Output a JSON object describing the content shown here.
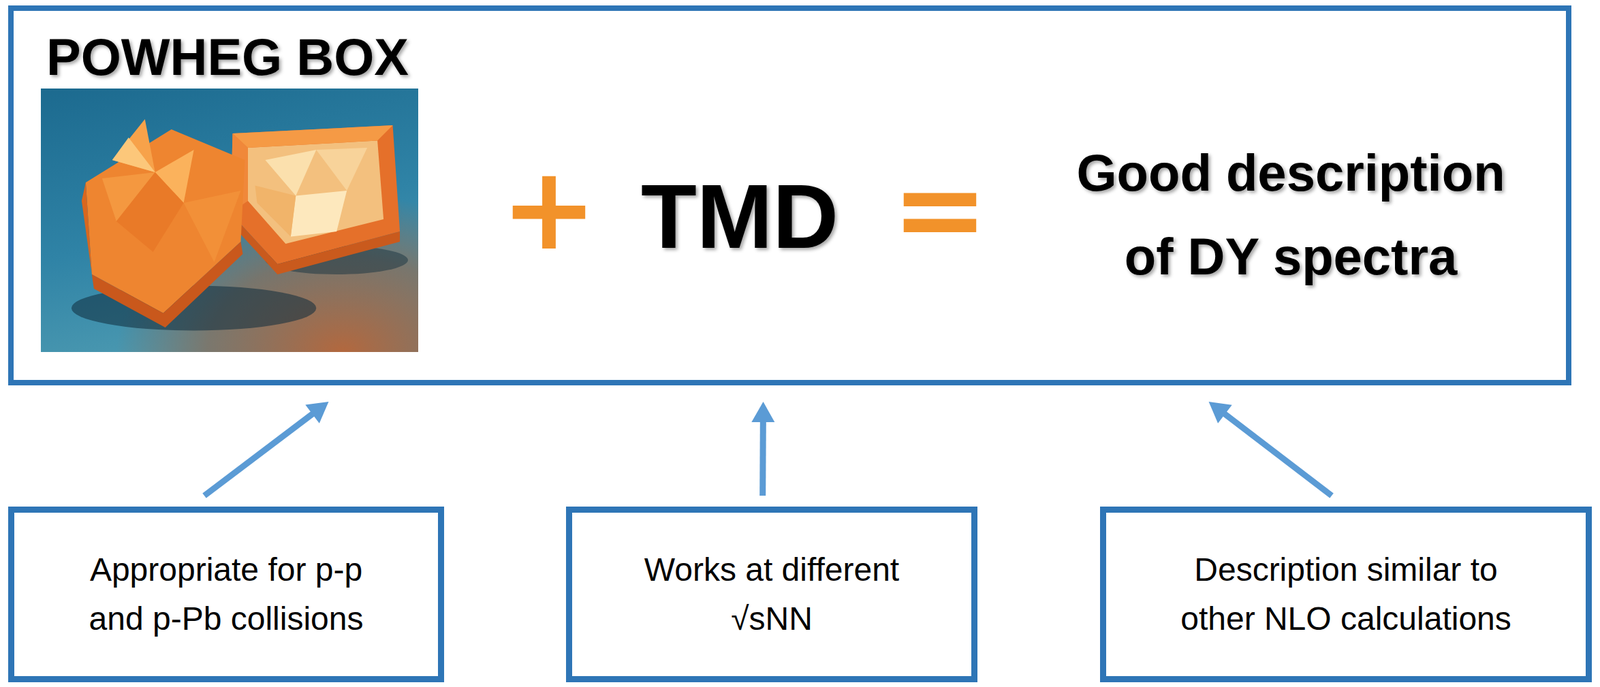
{
  "diagram": {
    "nodes": [
      {
        "text": [
          "POWHEG BOX",
          "TMD",
          "Good description of DY spectra"
        ]
      },
      {
        "text": [
          "Appropriate for p-p and p-Pb collisions"
        ]
      },
      {
        "text": [
          "Works at different √sNN"
        ]
      },
      {
        "text": [
          "Description similar to other NLO calculations"
        ]
      }
    ],
    "edges": [
      {
        "from": 1,
        "to": 0,
        "arrow": "to"
      },
      {
        "from": 2,
        "to": 0,
        "arrow": "to"
      },
      {
        "from": 3,
        "to": 0,
        "arrow": "to"
      }
    ],
    "labels": [
      "+",
      "="
    ]
  }
}
